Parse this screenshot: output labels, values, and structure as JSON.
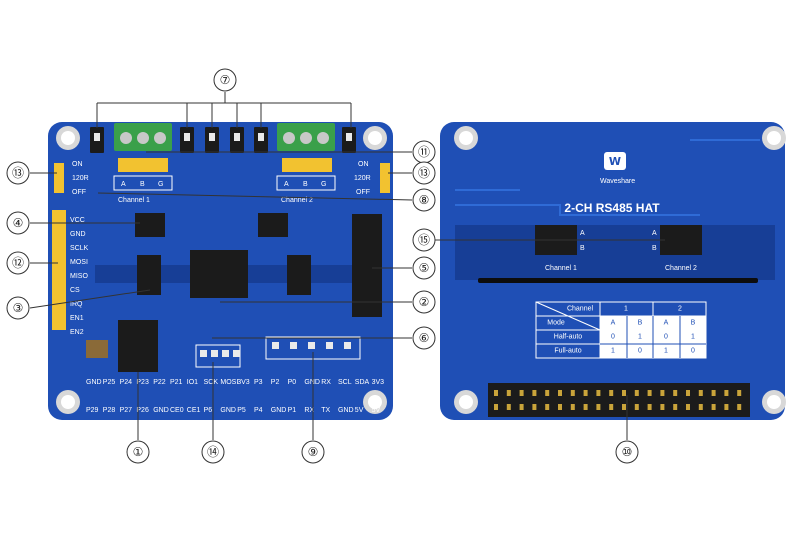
{
  "board_front": {
    "channel_1_label": "Channel 1",
    "channel_2_label": "Channel 2",
    "terminal_labels": [
      "A",
      "B",
      "G"
    ],
    "switch_labels": [
      "ON",
      "120R",
      "OFF"
    ],
    "pin_labels": [
      "VCC",
      "GND",
      "SCLK",
      "MOSI",
      "MISO",
      "CS",
      "IRQ",
      "EN1",
      "EN2"
    ],
    "gpio_top": [
      "GND",
      "P25",
      "P24",
      "P23",
      "P22",
      "P21",
      "IO1",
      "SCK",
      "MOSI",
      "3V3",
      "P3",
      "P2",
      "P0",
      "GND",
      "RX",
      "SCL",
      "SDA",
      "3V3"
    ],
    "gpio_bottom": [
      "P29",
      "P28",
      "P27",
      "P26",
      "GND",
      "CE0",
      "CE1",
      "P6",
      "GND",
      "P5",
      "P4",
      "GND",
      "P1",
      "RX",
      "TX",
      "GND",
      "5V",
      "5V"
    ]
  },
  "board_back": {
    "brand": "Waveshare",
    "title": "2-CH RS485 HAT",
    "switch_ch1": "Channel 1",
    "switch_ch2": "Channel 2",
    "switch_pos_a": "A",
    "switch_pos_b": "B",
    "table": {
      "header_channel": "Channel",
      "header_ch1": "1",
      "header_ch2": "2",
      "mode_label": "Mode",
      "col_labels": [
        "A",
        "B",
        "A",
        "B"
      ],
      "rows": [
        {
          "name": "Half-auto",
          "values": [
            "0",
            "1",
            "0",
            "1"
          ]
        },
        {
          "name": "Full-auto",
          "values": [
            "1",
            "0",
            "1",
            "0"
          ]
        }
      ]
    }
  },
  "callouts": [
    "⑦",
    "⑪",
    "⑬",
    "⑧",
    "④",
    "⑮",
    "⑫",
    "⑤",
    "③",
    "②",
    "⑥",
    "①",
    "⑭",
    "⑨",
    "⑩"
  ],
  "colors": {
    "pcb": "#1f4fb5",
    "pcb_dark": "#173e96",
    "terminal": "#3aa04a",
    "header_yellow": "#f2c230",
    "pin_header": "#1b1b1b"
  }
}
